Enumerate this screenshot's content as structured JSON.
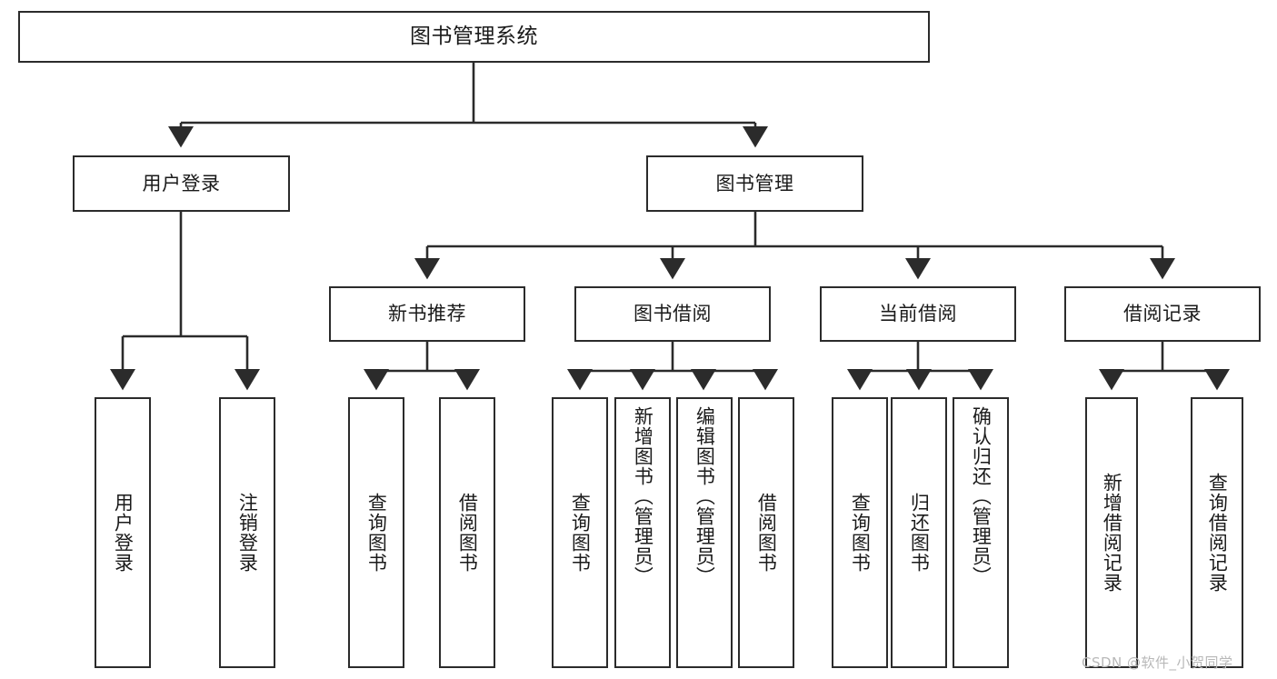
{
  "diagram": {
    "type": "tree-hierarchy",
    "title": "图书管理系统",
    "watermark": "CSDN @软件_小贺同学",
    "colors": {
      "stroke": "#2b2b2b",
      "fill": "#ffffff",
      "text": "#1a1a1a",
      "watermark": "#b8b8b8"
    },
    "nodes": {
      "root": "图书管理系统",
      "level2": {
        "user_login": "用户登录",
        "book_manage": "图书管理"
      },
      "level3": {
        "new_book_rec": "新书推荐",
        "book_borrow": "图书借阅",
        "current_borrow": "当前借阅",
        "borrow_record": "借阅记录"
      },
      "leaves": {
        "user_login_1": "用户登录",
        "user_login_2": "注销登录",
        "new_book_1": "查询图书",
        "new_book_2": "借阅图书",
        "borrow_1": "查询图书",
        "borrow_2": "新增图书（管理员）",
        "borrow_3": "编辑图书（管理员）",
        "borrow_4": "借阅图书",
        "current_1": "查询图书",
        "current_2": "归还图书",
        "current_3": "确认归还（管理员）",
        "record_1": "新增借阅记录",
        "record_2": "查询借阅记录"
      }
    }
  }
}
